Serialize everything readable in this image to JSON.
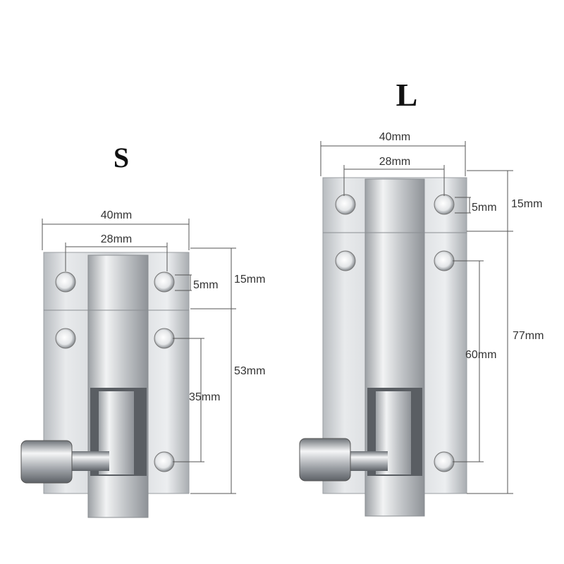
{
  "products": [
    {
      "size_label": "S",
      "width_outer": "40mm",
      "width_holes": "28mm",
      "hole_diameter": "5mm",
      "top_band": "15mm",
      "total_height": "53mm",
      "hole_spacing": "35mm"
    },
    {
      "size_label": "L",
      "width_outer": "40mm",
      "width_holes": "28mm",
      "hole_diameter": "5mm",
      "top_band": "15mm",
      "total_height": "77mm",
      "hole_spacing": "60mm"
    }
  ],
  "colors": {
    "metal_light": "#e6e8ea",
    "metal_dark": "#8a8f94",
    "dimension_line": "#555555"
  }
}
